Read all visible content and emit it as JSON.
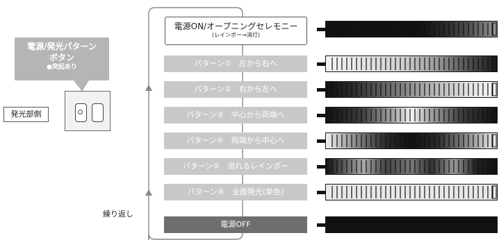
{
  "button_callout": {
    "title_line1": "電源/発光パターン",
    "title_line2": "ボタン",
    "note": "●突起あり"
  },
  "light_part_label": "発光部側",
  "repeat_label": "繰り返し",
  "power_on": {
    "line1": "電源ON/オープニングセレモニー",
    "line2": "(レインボー→消灯)"
  },
  "patterns": [
    {
      "label": "パターン①　左から右へ"
    },
    {
      "label": "パターン②　右から左へ"
    },
    {
      "label": "パターン③　中心から両端へ"
    },
    {
      "label": "パターン④　両端から中心へ"
    },
    {
      "label": "パターン⑤　流れるレインボー"
    },
    {
      "label": "パターン⑥　全面発光(単色)"
    }
  ],
  "power_off": {
    "label": "電源OFF"
  },
  "colors": {
    "callout_bg": "#b5b5b5",
    "pattern_box": "#c8c8c8",
    "off_box": "#6e6e6e",
    "strip_dark": "#111111"
  }
}
